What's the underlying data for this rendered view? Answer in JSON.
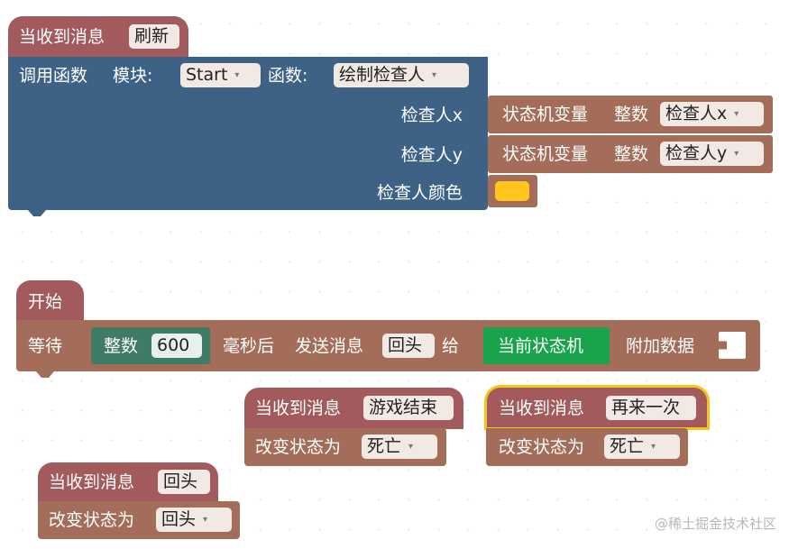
{
  "block1": {
    "hat_label": "当收到消息",
    "hat_message": "刷新",
    "call_label": "调用函数",
    "module_label": "模块:",
    "module_value": "Start",
    "function_label": "函数:",
    "function_value": "绘制检查人",
    "param_x_label": "检查人x",
    "param_y_label": "检查人y",
    "param_color_label": "检查人颜色",
    "state_var_label": "状态机变量",
    "int_label": "整数",
    "x_var_value": "检查人x",
    "y_var_value": "检查人y",
    "color_value": "#ffc51a"
  },
  "block2": {
    "hat_label": "开始",
    "wait_label": "等待",
    "int_label": "整数",
    "int_value": "600",
    "ms_label": "毫秒后",
    "send_label": "发送消息",
    "message": "回头",
    "to_label": "给",
    "target": "当前状态机",
    "extra_label": "附加数据"
  },
  "block3": {
    "hat_label": "当收到消息",
    "hat_message": "游戏结束",
    "change_label": "改变状态为",
    "state_value": "死亡"
  },
  "block4": {
    "hat_label": "当收到消息",
    "hat_message": "再来一次",
    "change_label": "改变状态为",
    "state_value": "死亡"
  },
  "block5": {
    "hat_label": "当收到消息",
    "hat_message": "回头",
    "change_label": "改变状态为",
    "state_value": "回头"
  },
  "dropdown_arrow": "▾",
  "watermark": "@稀土掘金技术社区",
  "colors": {
    "event_red": "#a35a5c",
    "state_brown": "#a46d5a",
    "function_blue": "#3d6286",
    "number_green": "#3f7c66",
    "machine_green": "#19a34a",
    "selected_outline": "#f5c518"
  }
}
